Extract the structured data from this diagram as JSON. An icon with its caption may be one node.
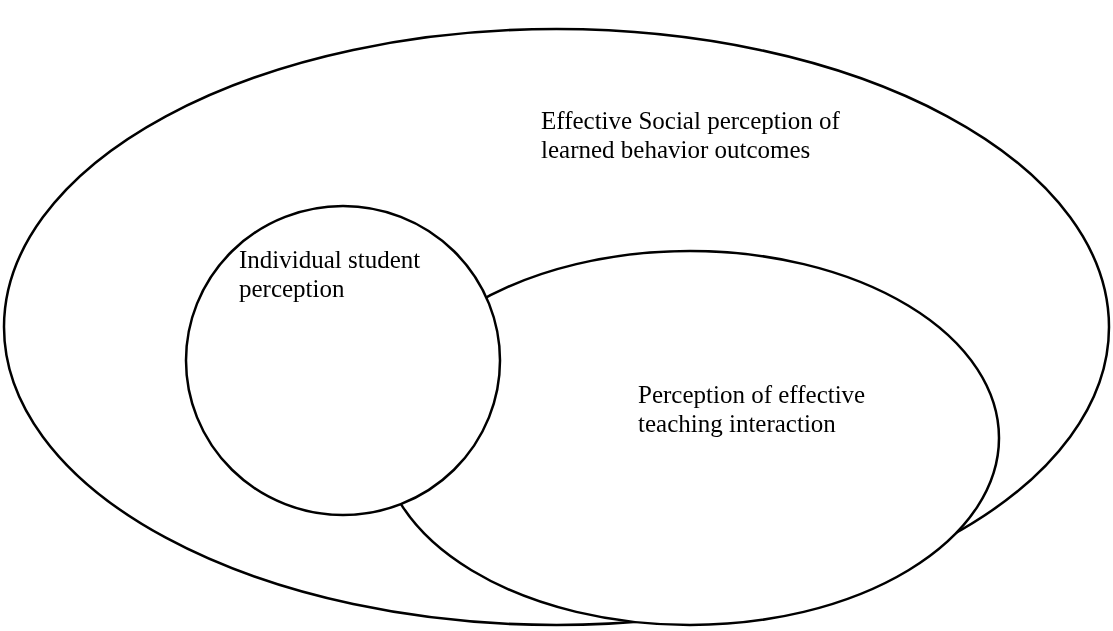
{
  "diagram": {
    "nodes": [
      {
        "text": [
          "Effective Social perception of learned behavior outcomes"
        ]
      },
      {
        "text": [
          "Individual student perception"
        ],
        "in": 0
      },
      {
        "text": [
          "Perception of effective teaching interaction"
        ],
        "in": 0
      }
    ]
  }
}
